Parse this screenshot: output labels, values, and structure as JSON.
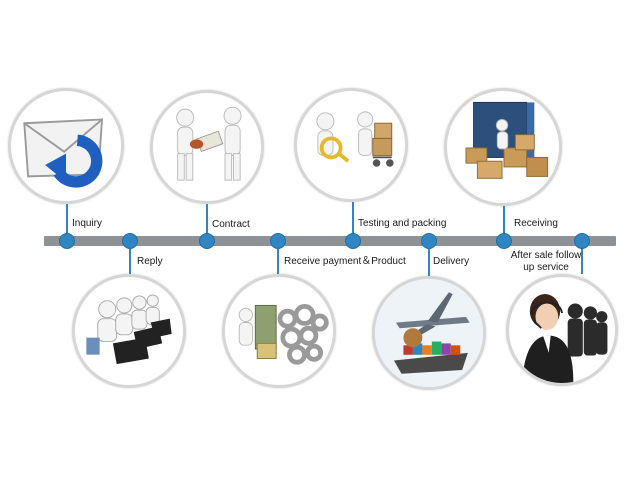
{
  "colors": {
    "timeline": "#8c9296",
    "node": "#2f86c2",
    "circle_border": "#d6d6d6"
  },
  "steps": [
    {
      "label": "Inquiry",
      "icon": "envelope-icon"
    },
    {
      "label": "Reply",
      "icon": "call-center-icon"
    },
    {
      "label": "Contract",
      "icon": "handshake-contract-icon"
    },
    {
      "label": "Receive payment＆Product",
      "icon": "money-gears-icon"
    },
    {
      "label": "Testing and packing",
      "icon": "magnifier-packing-icon"
    },
    {
      "label": "Delivery",
      "icon": "plane-ship-icon"
    },
    {
      "label": "Receiving",
      "icon": "container-boxes-icon"
    },
    {
      "label": "After sale follow up service",
      "icon": "customer-service-icon"
    }
  ]
}
